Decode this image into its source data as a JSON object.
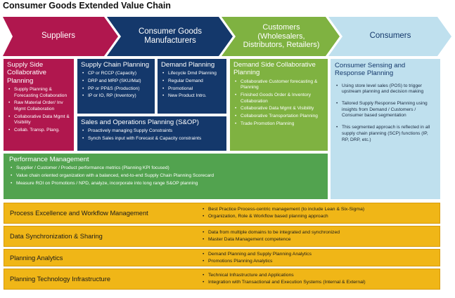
{
  "title": "Consumer Goods Extended Value Chain",
  "chain": [
    {
      "id": "suppliers",
      "lines": [
        "Suppliers"
      ],
      "color": "#b0174e"
    },
    {
      "id": "manufacturers",
      "lines": [
        "Consumer Goods",
        "Manufacturers"
      ],
      "color": "#14386b"
    },
    {
      "id": "customers",
      "lines": [
        "Customers",
        "(Wholesalers,",
        "Distributors, Retailers)"
      ],
      "color": "#7fb241"
    },
    {
      "id": "consumers",
      "lines": [
        "Consumers"
      ],
      "color": "#bfe0ee"
    }
  ],
  "boxes": {
    "supply_side": {
      "title": "Supply Side Collaborative Planning",
      "items": [
        "Supply Planning & Forecasting Collaboration",
        "Raw Material Order/ Inv Mgmt Collaboration",
        "Collaborative Data Mgmt & Visibility",
        "Collab. Transp. Plang."
      ]
    },
    "supply_chain_planning": {
      "title": "Supply Chain Planning",
      "items": [
        "CP or RCCP (Capacity)",
        "DRP and MRP (SKU/Mat)",
        "PP or PP&S (Production)",
        "IP or IO, RP (Inventory)"
      ]
    },
    "demand_planning": {
      "title": "Demand Planning",
      "items": [
        "Lifecycle Dmd Planning",
        "Regular Demand",
        "Promotional",
        "New Product Intro."
      ]
    },
    "sop": {
      "title": "Sales and Operations Planning (S&OP)",
      "items": [
        "Proactively managing Supply Constraints",
        "Synch Sales input with Forecast & Capacity constraints"
      ]
    },
    "demand_side": {
      "title": "Demand Side Collaborative Planning",
      "items": [
        "Collaborative Customer forecasting & Planning",
        "Finished Goods Order & Inventory Collaboration",
        "Collaborative Data Mgmt & Visibility",
        "Collaborative Transportation Planning",
        "Trade Promotion Planning"
      ]
    },
    "consumer_sensing": {
      "title": "Consumer Sensing and Response Planning",
      "items": [
        "Using store level sales (POS) to trigger upstream planning and decision making",
        "Tailored Supply Response Planning using insights from Demand / Customers / Consumer based segmentation",
        "This segmented approach is reflected in all supply chain planning (SCP) functions (IP, RP, DRP, etc.)"
      ]
    },
    "performance": {
      "title": "Performance Management",
      "items": [
        "Supplier / Customer / Product performance metrics (Planning KPI focused)",
        "Value chain oriented organization with a balanced, end-to-end Supply Chain Planning Scorecard",
        "Measure ROI on Promotions / NPD, analyze, incorporate into long range S&OP planning"
      ]
    }
  },
  "rows": [
    {
      "label": "Process Excellence and Workflow Management",
      "items": [
        "Best Practice Process-centric management (to include Lean & Six-Sigma)",
        "Organization, Role & Workflow based planning approach"
      ]
    },
    {
      "label": "Data Synchronization & Sharing",
      "items": [
        "Data from multiple domains to be integrated and synchronized",
        "Master Data Management competence"
      ]
    },
    {
      "label": "Planning Analytics",
      "items": [
        "Demand Planning and Supply Planning Analytics",
        "Promotions Planning Analytics"
      ]
    },
    {
      "label": "Planning Technology Infrastructure",
      "items": [
        "Technical Infrastructure and Applications",
        "Integration with Transactional and Execution Systems (Internal & External)"
      ]
    }
  ]
}
